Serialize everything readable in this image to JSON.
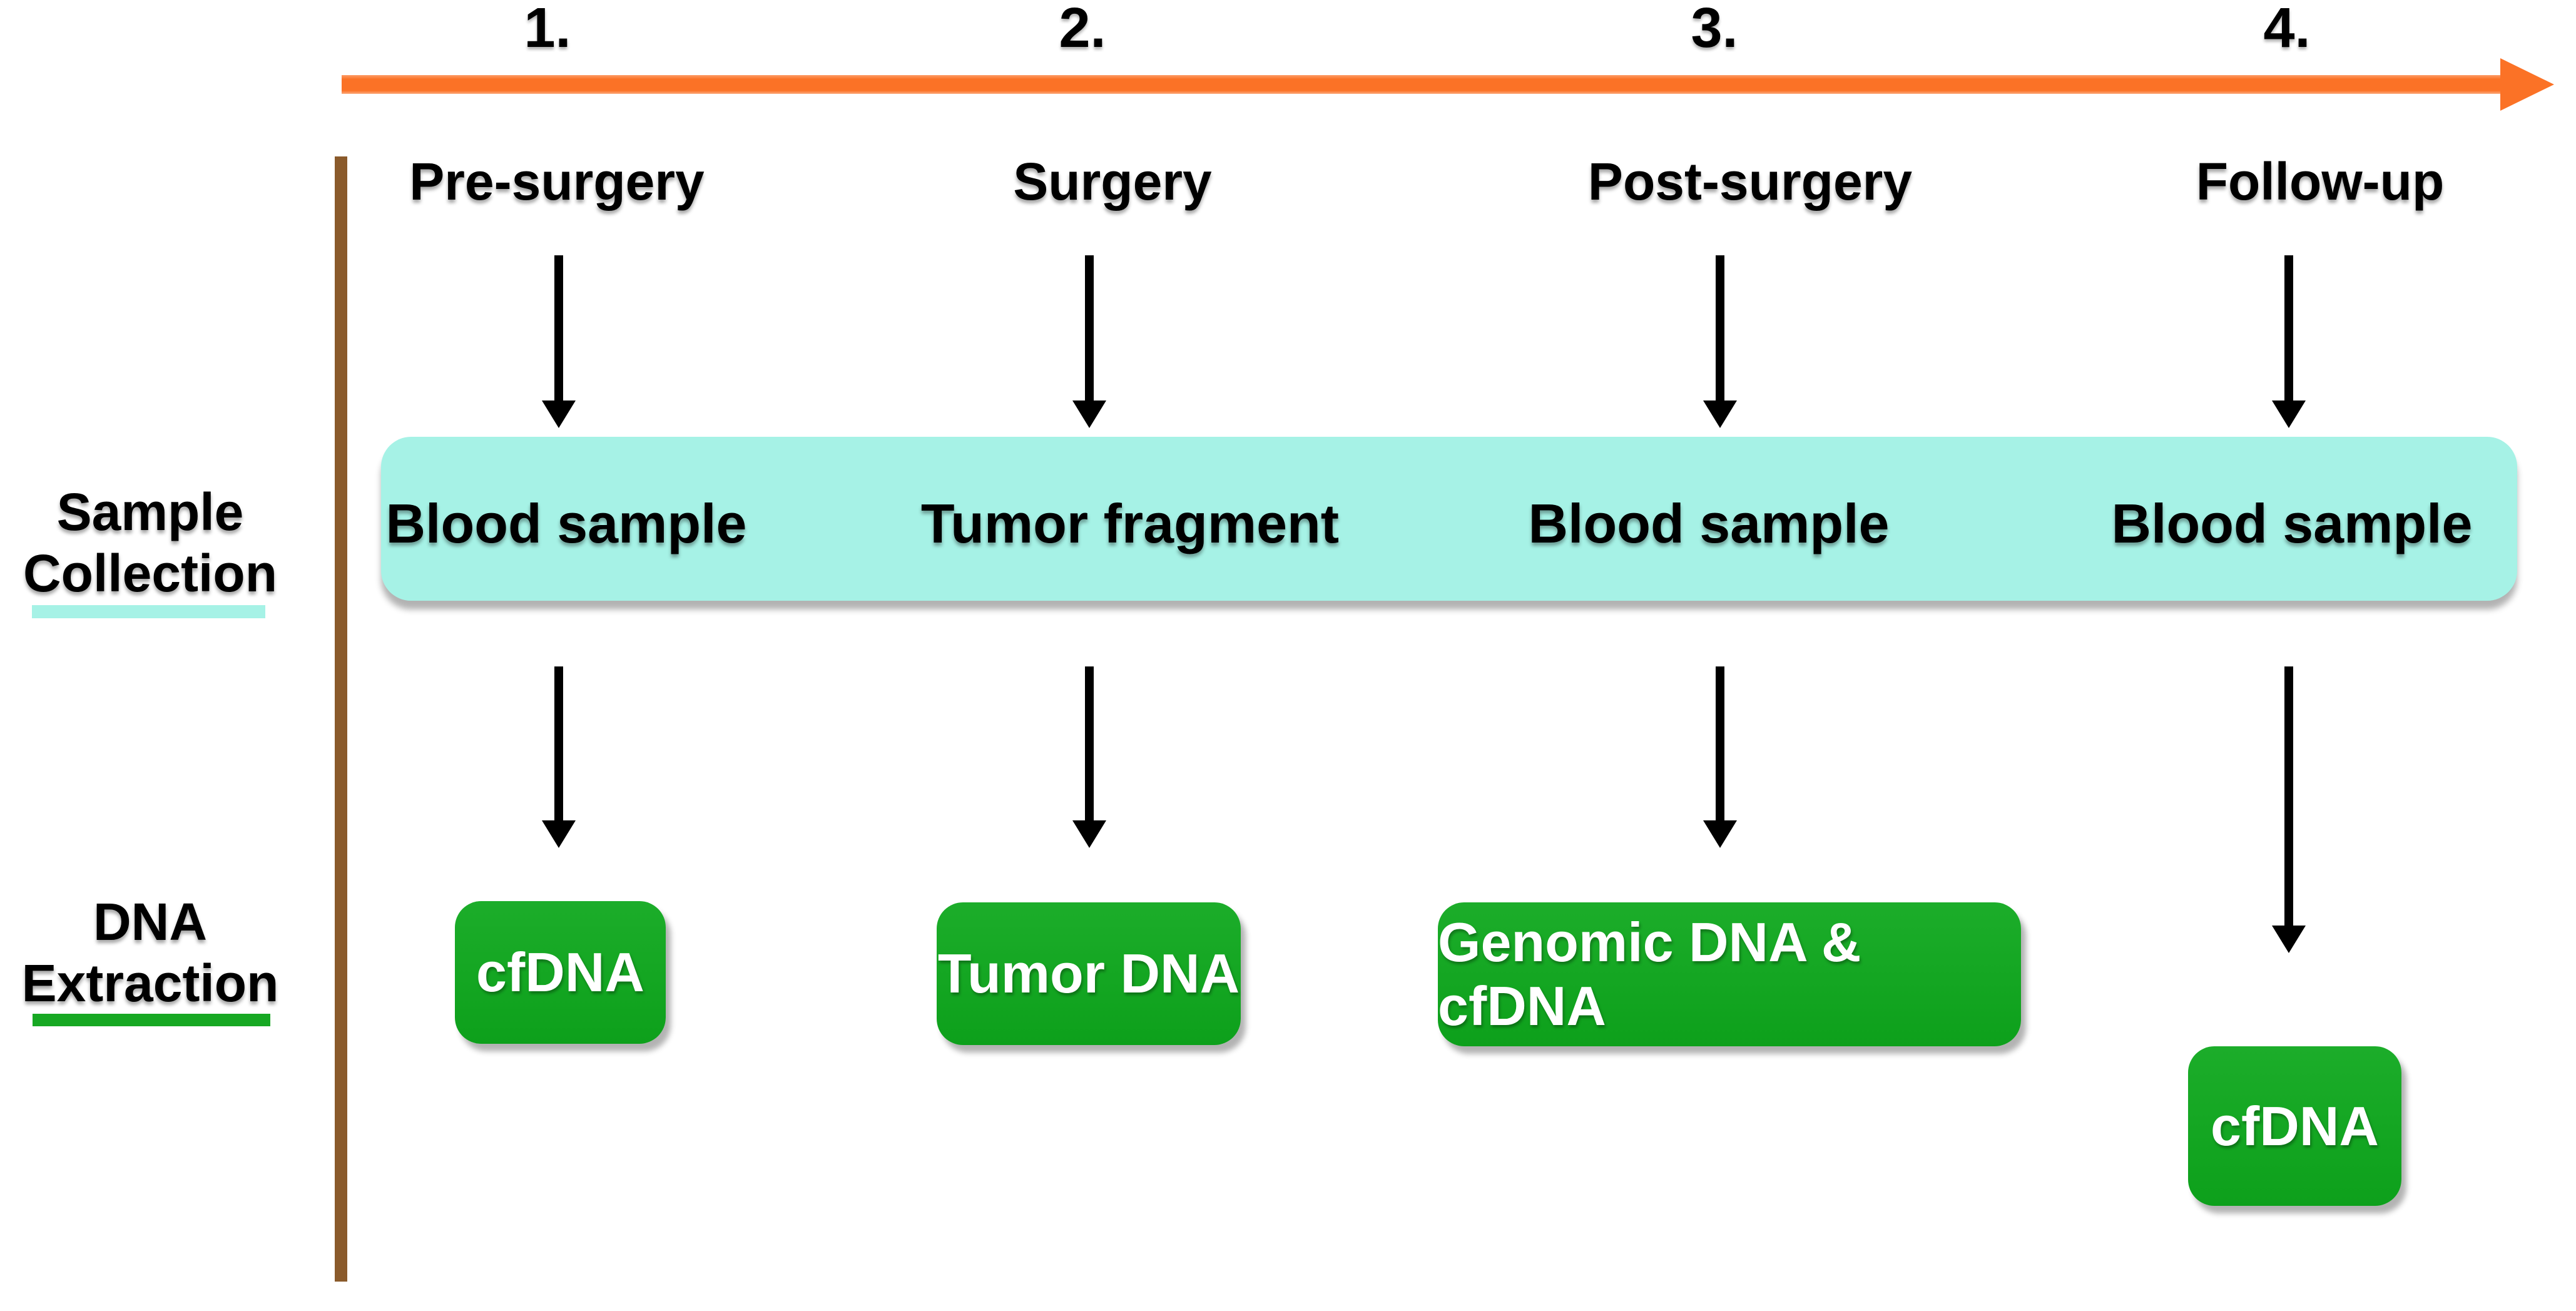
{
  "timeline": {
    "numbers": [
      "1.",
      "2.",
      "3.",
      "4."
    ]
  },
  "stages": [
    "Pre-surgery",
    "Surgery",
    "Post-surgery",
    "Follow-up"
  ],
  "sample_collection": {
    "row_label_line1": "Sample",
    "row_label_line2": "Collection",
    "items": [
      "Blood sample",
      "Tumor fragment",
      "Blood sample",
      "Blood sample"
    ]
  },
  "dna_extraction": {
    "row_label_line1": "DNA",
    "row_label_line2": "Extraction",
    "items": [
      "cfDNA",
      "Tumor DNA",
      "Genomic DNA & cfDNA",
      "cfDNA"
    ]
  },
  "colors": {
    "timeline_arrow": "#FB7226",
    "sample_bar": "#A6F2E6",
    "sample_underline": "#A6F2E6",
    "dna_box_top": "#1CAD2A",
    "dna_box_bottom": "#0DA01B",
    "dna_underline": "#17A823",
    "stage_axis": "#8A5A2B",
    "text": "#000000",
    "box_text": "#FFFFFF"
  }
}
